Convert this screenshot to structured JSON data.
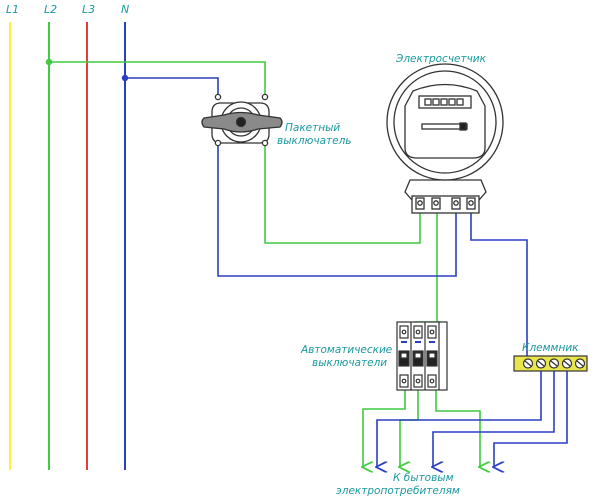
{
  "buses": [
    {
      "id": "L1",
      "label": "L1",
      "color": "#ffef3a"
    },
    {
      "id": "L2",
      "label": "L2",
      "color": "#3fcc3f"
    },
    {
      "id": "L3",
      "label": "L3",
      "color": "#e83a3a"
    },
    {
      "id": "N",
      "label": "N",
      "color": "#2a3fc0"
    }
  ],
  "labels": {
    "switch_line1": "Пакетный",
    "switch_line2": "выключатель",
    "meter": "Электросчетчик",
    "breakers_line1": "Автоматические",
    "breakers_line2": "выключатели",
    "terminal": "Клеммник",
    "consumers_line1": "К  бытовым",
    "consumers_line2": "электропотребителям"
  },
  "colors": {
    "phase_wire": "#3fcc3f",
    "neutral_wire": "#2a3fc0",
    "label_text": "#1a9aa0",
    "terminal_block": "#e8e64a",
    "device_outline": "#333333"
  }
}
